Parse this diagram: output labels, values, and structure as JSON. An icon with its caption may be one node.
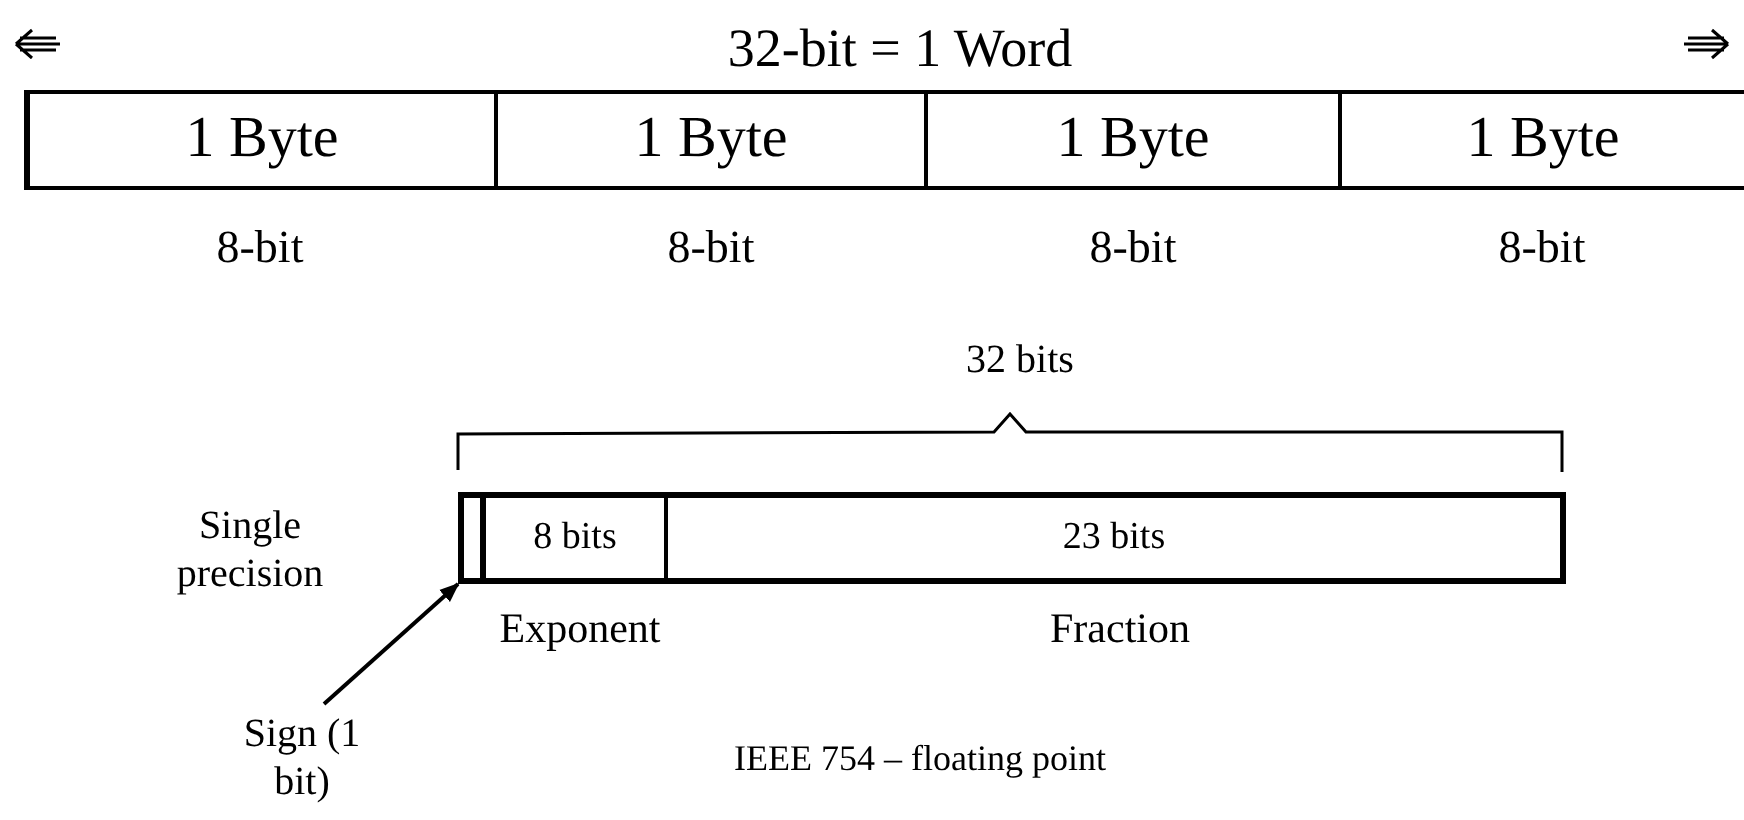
{
  "diagram": {
    "caption": "IEEE 754 – floating point",
    "nodes": [
      {
        "text": [
          "1 Byte"
        ],
        "beside": [
          "8-bit"
        ]
      },
      {
        "text": [
          "1 Byte"
        ],
        "beside": [
          "8-bit"
        ]
      },
      {
        "text": [
          "1 Byte"
        ],
        "beside": [
          "8-bit"
        ]
      },
      {
        "text": [
          "1 Byte"
        ],
        "beside": [
          "8-bit"
        ]
      },
      {
        "text": [],
        "shape": "box"
      },
      {
        "text": [
          "8 bits"
        ],
        "beside": [
          "Exponent"
        ]
      },
      {
        "text": [
          "23 bits"
        ],
        "beside": [
          "Fraction"
        ]
      },
      {
        "text": [
          "Sign (1 bit)"
        ]
      }
    ],
    "edges": [
      {
        "from": 7,
        "to": 4,
        "arrow": "to"
      }
    ],
    "labels": [
      "32-bit = 1 Word",
      "32 bits",
      "Single precision"
    ]
  }
}
